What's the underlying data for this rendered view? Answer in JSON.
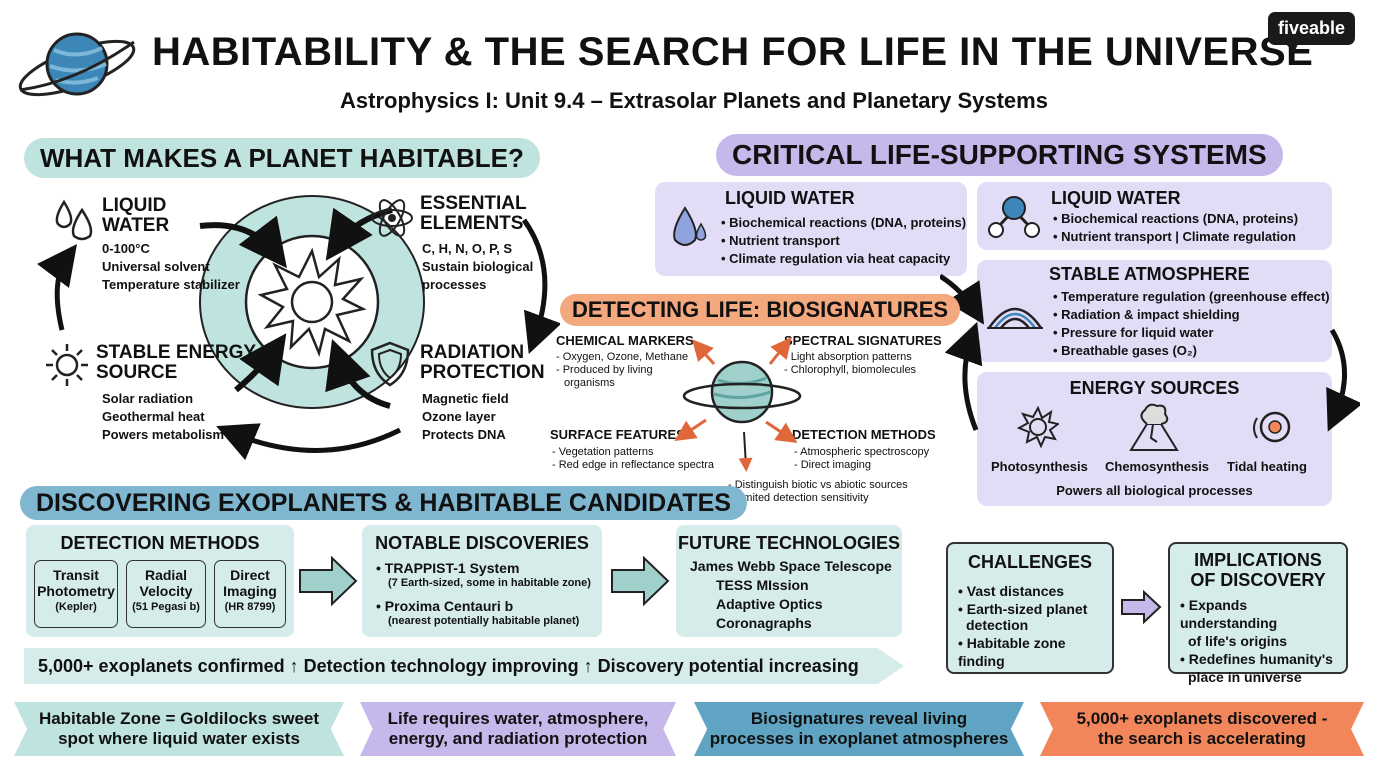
{
  "header": {
    "title": "HABITABILITY & THE SEARCH FOR LIFE IN THE UNIVERSE",
    "subtitle": "Astrophysics I: Unit 9.4 – Extrasolar Planets and Planetary Systems",
    "logo": "fiveable"
  },
  "habitable": {
    "title": "WHAT MAKES A PLANET HABITABLE?",
    "water": {
      "title_line1": "LIQUID",
      "title_line2": "WATER",
      "lines": [
        "0-100°C",
        "Universal solvent",
        "Temperature stabilizer"
      ]
    },
    "elements": {
      "title_line1": "ESSENTIAL",
      "title_line2": "ELEMENTS",
      "lines": [
        "C, H, N, O, P, S",
        "Sustain biological",
        "processes"
      ]
    },
    "energy": {
      "title_line1": "STABLE ENERGY",
      "title_line2": "SOURCE",
      "lines": [
        "Solar radiation",
        "Geothermal heat",
        "Powers metabolism"
      ]
    },
    "radiation": {
      "title_line1": "RADIATION",
      "title_line2": "PROTECTION",
      "lines": [
        "Magnetic field",
        "Ozone layer",
        "Protects DNA"
      ]
    }
  },
  "systems": {
    "title": "CRITICAL LIFE-SUPPORTING SYSTEMS",
    "water_a": {
      "title": "LIQUID WATER",
      "items": [
        "• Biochemical reactions (DNA, proteins)",
        "• Nutrient transport",
        "• Climate regulation via heat capacity"
      ]
    },
    "water_b": {
      "title": "LIQUID WATER",
      "items": [
        "• Biochemical reactions (DNA, proteins)",
        "• Nutrient transport | Climate regulation"
      ]
    },
    "atmosphere": {
      "title": "STABLE ATMOSPHERE",
      "items": [
        "• Temperature regulation (greenhouse effect)",
        "• Radiation & impact shielding",
        "• Pressure for liquid water",
        "• Breathable gases (O₂)"
      ]
    },
    "energy": {
      "title": "ENERGY SOURCES",
      "labels": [
        "Photosynthesis",
        "Chemosynthesis",
        "Tidal heating"
      ],
      "footer": "Powers all biological processes"
    }
  },
  "biosignatures": {
    "title": "DETECTING LIFE: BIOSIGNATURES",
    "chemical": {
      "title": "CHEMICAL MARKERS",
      "items": [
        "- Oxygen, Ozone, Methane",
        "- Produced by living",
        "  organisms"
      ]
    },
    "spectral": {
      "title": "SPECTRAL SIGNATURES",
      "items": [
        "- Light absorption patterns",
        "- Chlorophyll, biomolecules"
      ]
    },
    "surface": {
      "title": "SURFACE FEATURES",
      "items": [
        "- Vegetation patterns",
        "- Red edge in reflectance spectra"
      ]
    },
    "methods": {
      "title": "DETECTION METHODS",
      "items": [
        "- Atmospheric spectroscopy",
        "- Direct imaging"
      ]
    },
    "bottom": [
      "- Distinguish biotic vs abiotic sources",
      "- Limited detection sensitivity"
    ]
  },
  "exoplanets": {
    "title": "DISCOVERING EXOPLANETS & HABITABLE CANDIDATES",
    "detection": {
      "title": "DETECTION METHODS",
      "methods": [
        {
          "line1": "Transit",
          "line2": "Photometry",
          "note": "(Kepler)"
        },
        {
          "line1": "Radial",
          "line2": "Velocity",
          "note": "(51 Pegasi b)"
        },
        {
          "line1": "Direct",
          "line2": "Imaging",
          "note": "(HR 8799)"
        }
      ]
    },
    "notable": {
      "title": "NOTABLE DISCOVERIES",
      "items": [
        {
          "name": "• TRAPPIST-1 System",
          "note": "(7 Earth-sized, some in habitable zone)"
        },
        {
          "name": "• Proxima Centauri b",
          "note": "(nearest potentially habitable planet)"
        }
      ]
    },
    "future": {
      "title": "FUTURE TECHNOLOGIES",
      "items": [
        "James Webb Space Telescope",
        "TESS MIssion",
        "Adaptive Optics",
        "Coronagraphs"
      ]
    },
    "stats": "5,000+ exoplanets confirmed ↑ Detection technology improving ↑ Discovery potential increasing"
  },
  "challenges": {
    "title": "CHALLENGES",
    "items": [
      "• Vast distances",
      "• Earth-sized planet",
      "  detection",
      "• Habitable zone finding"
    ]
  },
  "implications": {
    "title_line1": "IMPLICATIONS",
    "title_line2": "OF DISCOVERY",
    "items": [
      "• Expands understanding",
      "  of life's origins",
      "• Redefines humanity's",
      "  place in universe"
    ]
  },
  "banners": [
    {
      "line1": "Habitable Zone = Goldilocks sweet",
      "line2": "spot where liquid water exists",
      "color": "#bfe3df"
    },
    {
      "line1": "Life requires water, atmosphere,",
      "line2": "energy, and radiation protection",
      "color": "#c6b8ea"
    },
    {
      "line1": "Biosignatures reveal living",
      "line2": "processes in exoplanet atmospheres",
      "color": "#5fa4c2"
    },
    {
      "line1": "5,000+ exoplanets discovered -",
      "line2": "the search is accelerating",
      "color": "#f2855a"
    }
  ],
  "colors": {
    "teal": "#bfe3df",
    "purple": "#c6b8ea",
    "orange": "#f4a87e",
    "blue": "#7fb6d0"
  }
}
